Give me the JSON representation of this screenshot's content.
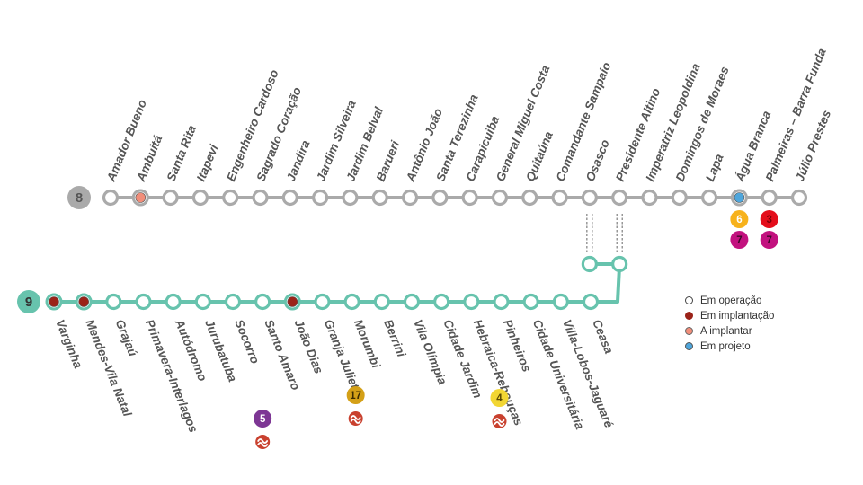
{
  "colors": {
    "line8": "#aaaaaa",
    "line9": "#67c3ad",
    "em_implantacao": "#9b2319",
    "a_implantar": "#f28e7a",
    "em_projeto": "#4ea6dc",
    "em_operacao": "#ffffff",
    "line3": "#e40e1b",
    "line4": "#f2d633",
    "line5": "#7d3694",
    "line6": "#f7b21b",
    "line7": "#c2127f",
    "line17": "#d4a017",
    "cptm_logo": "#c9412f"
  },
  "line8": {
    "badge": "8",
    "stations": [
      {
        "name": "Amador Bueno",
        "status": "operacao"
      },
      {
        "name": "Ambuitá",
        "status": "a_implantar"
      },
      {
        "name": "Santa Rita",
        "status": "operacao"
      },
      {
        "name": "Itapevi",
        "status": "operacao"
      },
      {
        "name": "Engenheiro Cardoso",
        "status": "operacao"
      },
      {
        "name": "Sagrado Coração",
        "status": "operacao"
      },
      {
        "name": "Jandira",
        "status": "operacao"
      },
      {
        "name": "Jardim Silveira",
        "status": "operacao"
      },
      {
        "name": "Jardim Belval",
        "status": "operacao"
      },
      {
        "name": "Barueri",
        "status": "operacao"
      },
      {
        "name": "Antônio João",
        "status": "operacao"
      },
      {
        "name": "Santa Terezinha",
        "status": "operacao"
      },
      {
        "name": "Carapicuiba",
        "status": "operacao"
      },
      {
        "name": "General Miguel Costa",
        "status": "operacao"
      },
      {
        "name": "Quitaúna",
        "status": "operacao"
      },
      {
        "name": "Comandante Sampaio",
        "status": "operacao"
      },
      {
        "name": "Osasco",
        "status": "operacao"
      },
      {
        "name": "Presidente Altino",
        "status": "operacao"
      },
      {
        "name": "Imperatriz Leopoldina",
        "status": "operacao"
      },
      {
        "name": "Domingos de Moraes",
        "status": "operacao"
      },
      {
        "name": "Lapa",
        "status": "operacao"
      },
      {
        "name": "Água Branca",
        "status": "projeto"
      },
      {
        "name": "Palmeiras – Barra Funda",
        "status": "operacao"
      },
      {
        "name": "Júlio Prestes",
        "status": "operacao"
      }
    ]
  },
  "line9": {
    "badge": "9",
    "stations": [
      {
        "name": "Varginha",
        "status": "implantacao"
      },
      {
        "name": "Mendes-Vila Natal",
        "status": "implantacao"
      },
      {
        "name": "Grajaú",
        "status": "operacao"
      },
      {
        "name": "Primavera-Interlagos",
        "status": "operacao"
      },
      {
        "name": "Autódromo",
        "status": "operacao"
      },
      {
        "name": "Jurubatuba",
        "status": "operacao"
      },
      {
        "name": "Socorro",
        "status": "operacao"
      },
      {
        "name": "Santo Amaro",
        "status": "operacao"
      },
      {
        "name": "João Dias",
        "status": "implantacao"
      },
      {
        "name": "Granja Julieta",
        "status": "operacao"
      },
      {
        "name": "Morumbi",
        "status": "operacao"
      },
      {
        "name": "Berrini",
        "status": "operacao"
      },
      {
        "name": "Vila Olímpia",
        "status": "operacao"
      },
      {
        "name": "Cidade Jardim",
        "status": "operacao"
      },
      {
        "name": "Hebraica-Rebouças",
        "status": "operacao"
      },
      {
        "name": "Pinheiros",
        "status": "operacao"
      },
      {
        "name": "Cidade Universitária",
        "status": "operacao"
      },
      {
        "name": "Villa-Lobos-Jaguaré",
        "status": "operacao"
      },
      {
        "name": "Ceasa",
        "status": "operacao"
      }
    ]
  },
  "connections": {
    "agua_branca": [
      "6",
      "7"
    ],
    "palmeiras_barra_funda": [
      "3",
      "7"
    ],
    "santo_amaro": [
      "5"
    ],
    "morumbi": [
      "17"
    ],
    "pinheiros": [
      "4"
    ]
  },
  "legend": [
    {
      "key": "operacao",
      "label": "Em operação"
    },
    {
      "key": "implantacao",
      "label": "Em implantação"
    },
    {
      "key": "a_implantar",
      "label": "A implantar"
    },
    {
      "key": "projeto",
      "label": "Em projeto"
    }
  ]
}
